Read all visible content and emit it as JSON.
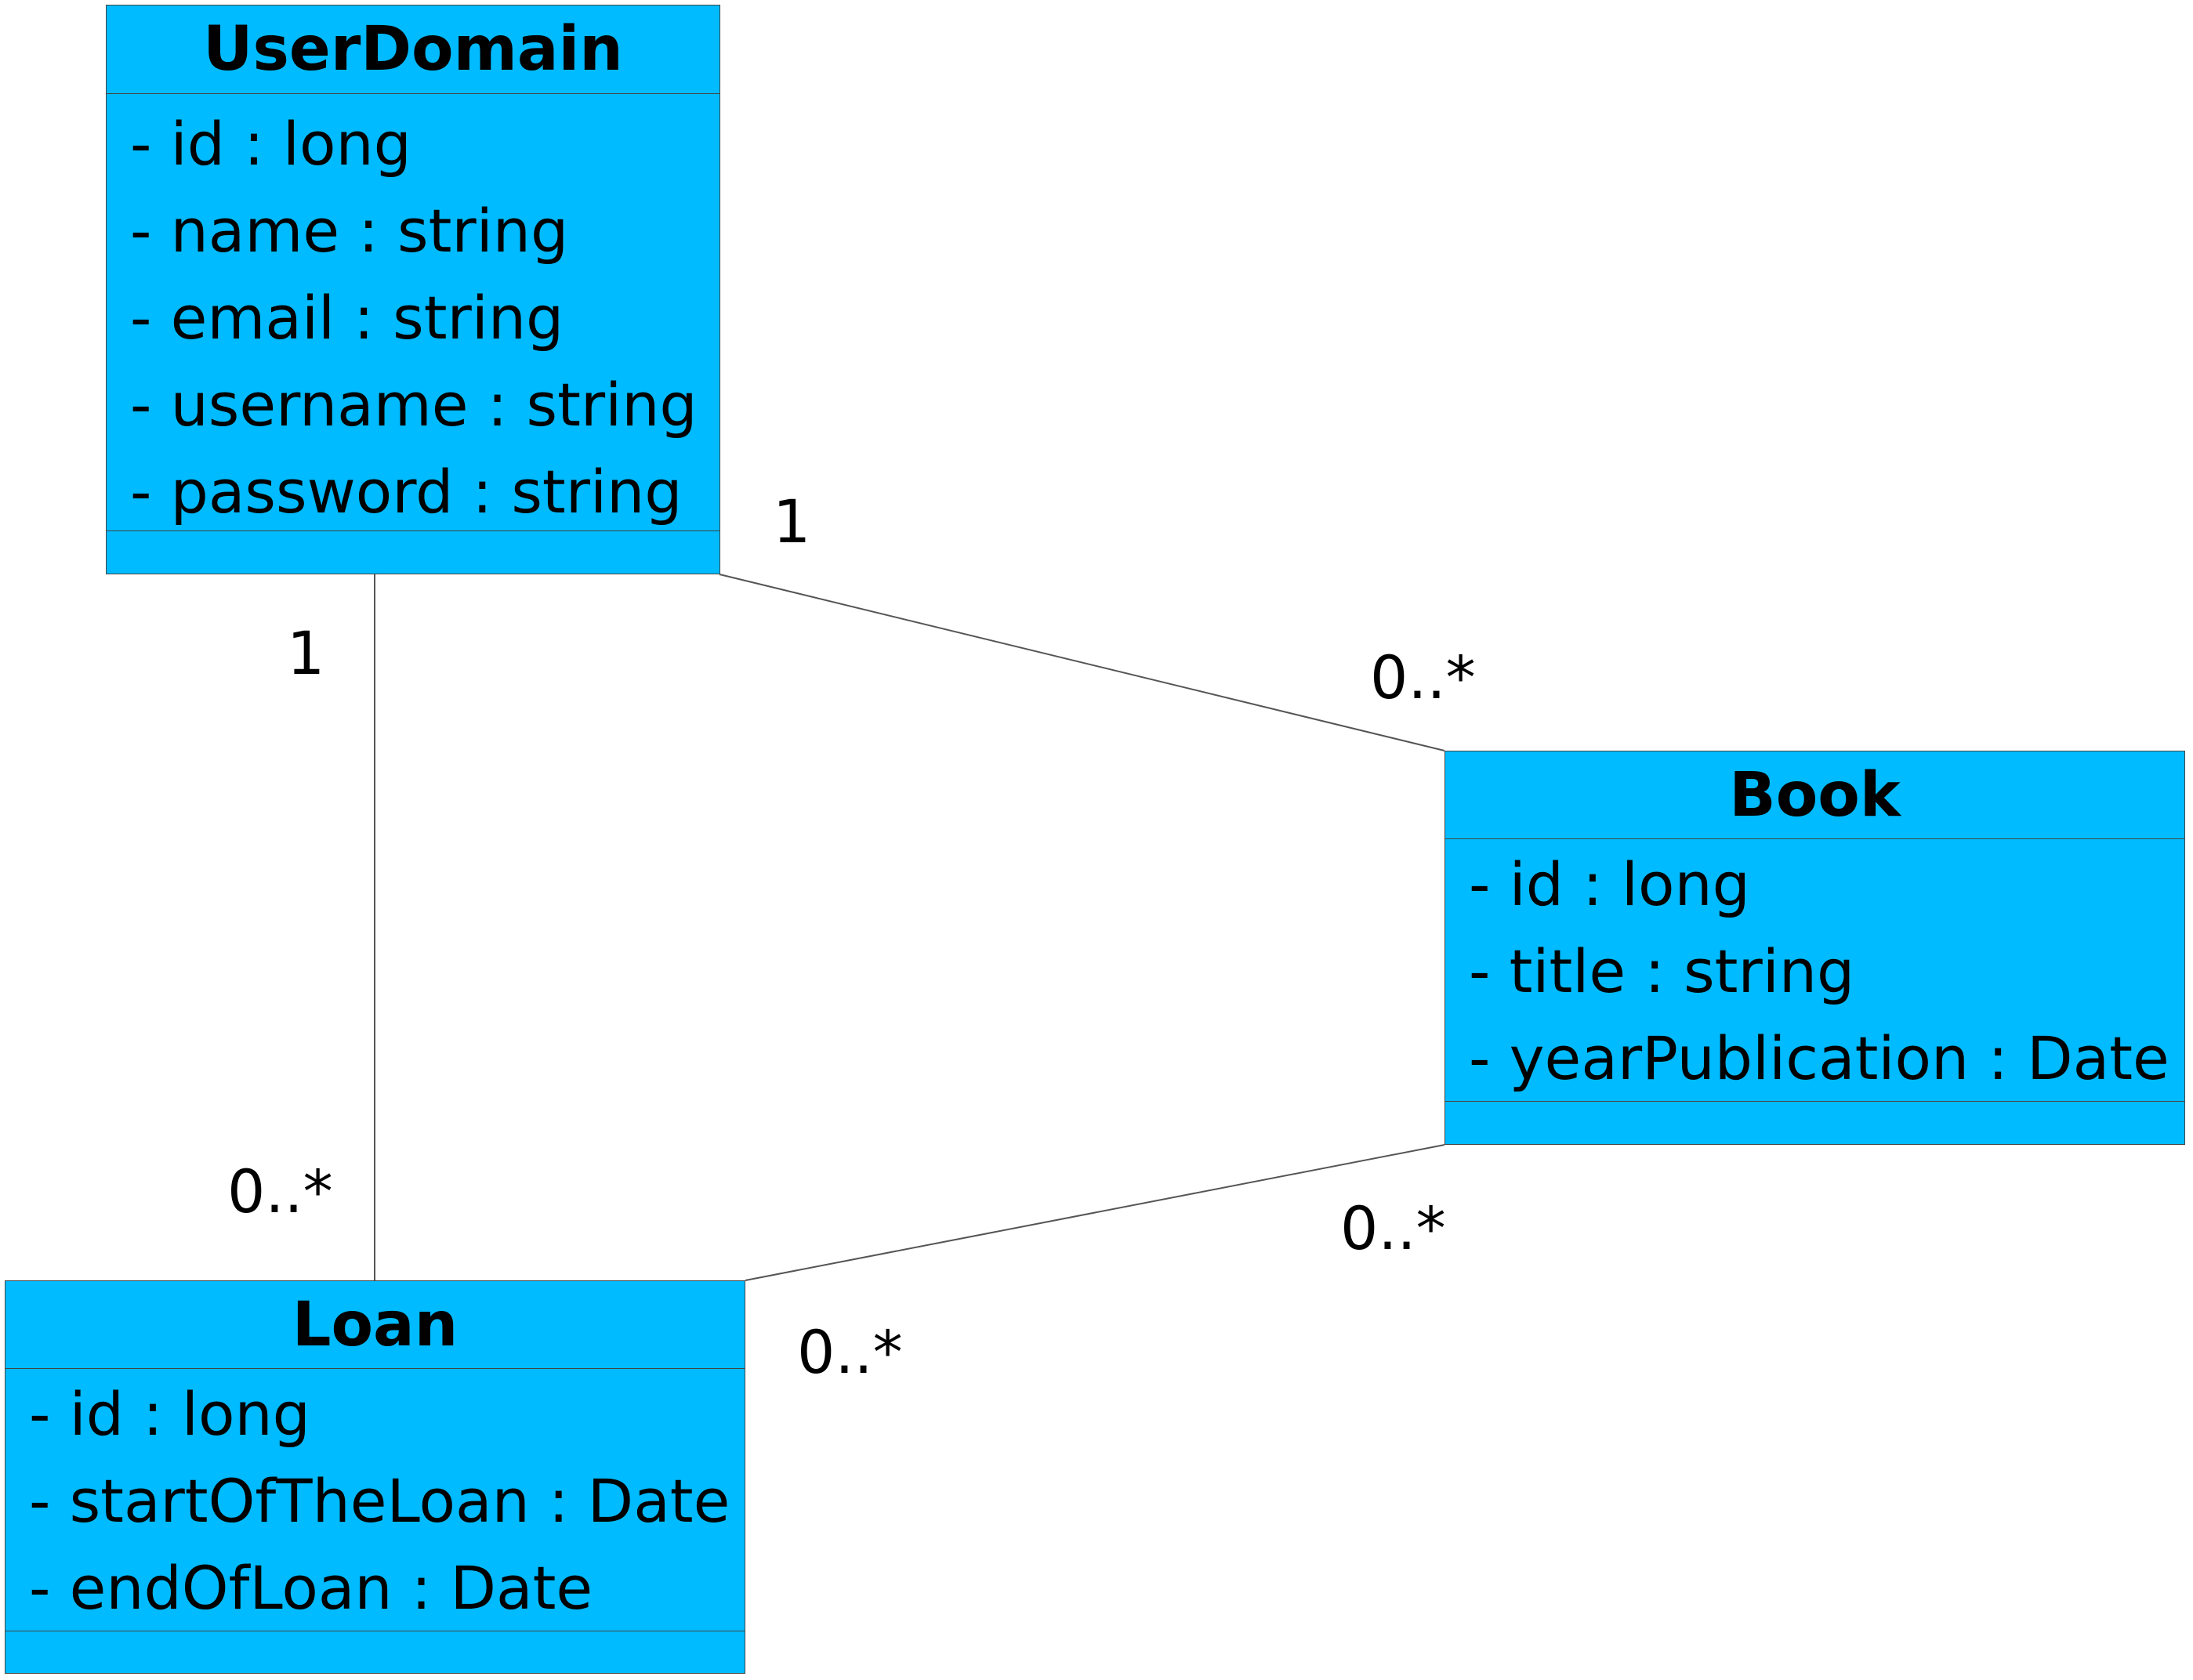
{
  "classes": {
    "user": {
      "name": "UserDomain",
      "attributes": [
        "- id : long",
        "- name : string",
        "- email : string",
        "- username : string",
        "- password : string"
      ]
    },
    "book": {
      "name": "Book",
      "attributes": [
        "- id : long",
        "- title : string",
        "- yearPublication : Date"
      ]
    },
    "loan": {
      "name": "Loan",
      "attributes": [
        "- id : long",
        "- startOfTheLoan : Date",
        "- endOfLoan : Date"
      ]
    }
  },
  "associations": {
    "user_book": {
      "user_end": "1",
      "book_end": "0..*"
    },
    "user_loan": {
      "user_end": "1",
      "loan_end": "0..*"
    },
    "book_loan": {
      "book_end": "0..*",
      "loan_end": "0..*"
    }
  },
  "colors": {
    "class_fill": "#00bbff",
    "border": "#444444",
    "line": "#555555"
  }
}
